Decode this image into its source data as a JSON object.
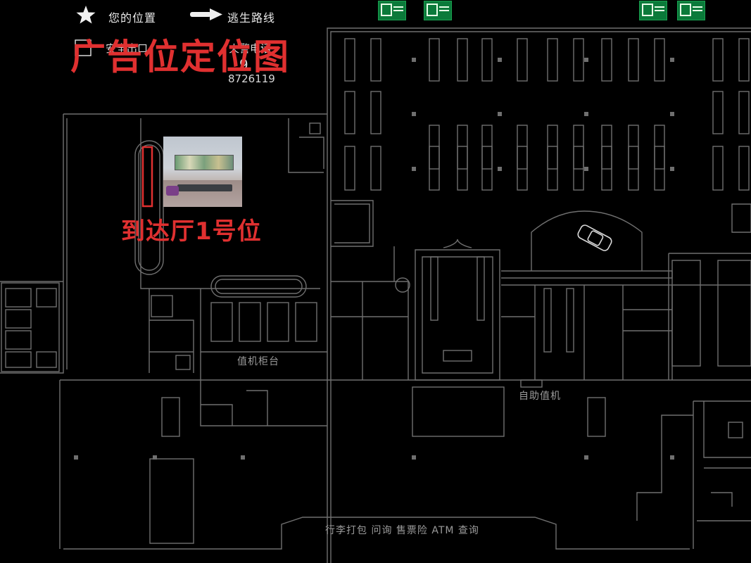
{
  "title": "广告位定位图",
  "legend": {
    "you_are_here": "您的位置",
    "escape_route": "逃生路线",
    "safe_exit_partial": "安全出口",
    "phone_partial": "火警电话",
    "phone_number": "9",
    "phone_number_partial": "8726119"
  },
  "ad_position": {
    "label": "到达厅1号位",
    "photo_icon": "baggage-hall-photo"
  },
  "area_labels": {
    "checkin_counter": "值机柜台",
    "self_checkin": "自助值机",
    "services": "行李打包 问询 售票险 ATM 查询"
  },
  "colors": {
    "accent": "#e03030",
    "lines": "#6f6f6f",
    "background": "#000000",
    "exit_sign": "#0b7a3a"
  },
  "icons": {
    "star": "star-icon",
    "arrow": "arrow-right-icon",
    "exit_sign": "emergency-exit-sign-icon",
    "car": "car-icon"
  }
}
